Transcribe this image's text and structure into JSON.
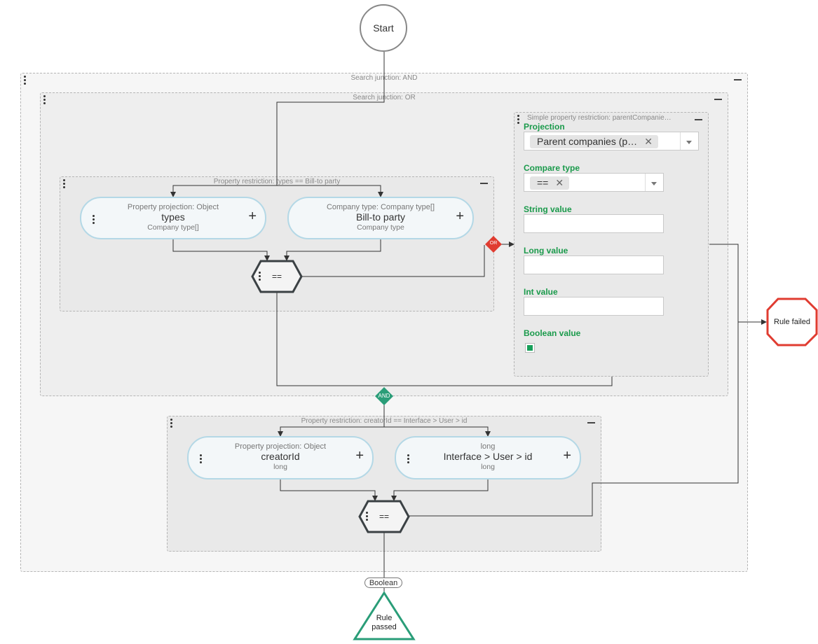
{
  "start": {
    "label": "Start"
  },
  "and_junction": {
    "title": "Search junction: AND",
    "badge": "AND"
  },
  "or_junction": {
    "title": "Search junction: OR",
    "badge": "OR"
  },
  "types_restriction": {
    "title": "Property restriction: types == Bill-to party",
    "left": {
      "top": "Property projection: Object",
      "main": "types",
      "sub": "Company type[]"
    },
    "right": {
      "top": "Company type: Company type[]",
      "main": "Bill-to party",
      "sub": "Company type"
    },
    "operator": "=="
  },
  "simple_restriction": {
    "title": "Simple property restriction: parentCompanie…",
    "projection_label": "Projection",
    "projection_value": "Parent companies (p…",
    "compare_label": "Compare type",
    "compare_value": "==",
    "string_label": "String value",
    "string_value": "",
    "long_label": "Long value",
    "long_value": "",
    "int_label": "Int value",
    "int_value": "",
    "boolean_label": "Boolean value",
    "boolean_checked": true
  },
  "creator_restriction": {
    "title": "Property restriction: creatorId == Interface > User > id",
    "left": {
      "top": "Property projection: Object",
      "main": "creatorId",
      "sub": "long"
    },
    "right": {
      "top": "long",
      "main": "Interface > User > id",
      "sub": "long"
    },
    "operator": "=="
  },
  "output_type": "Boolean",
  "rule_failed": "Rule failed",
  "rule_passed_line1": "Rule",
  "rule_passed_line2": "passed",
  "colors": {
    "accent_green": "#1a9a4b",
    "fail_red": "#e03c31",
    "or_red": "#e03c31",
    "and_teal": "#2a9d78",
    "pill_border": "#b4d8e6"
  }
}
